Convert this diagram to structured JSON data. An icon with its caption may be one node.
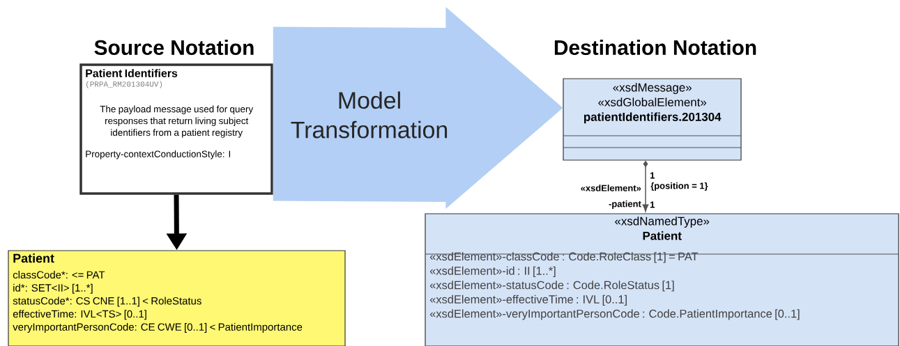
{
  "diagram": {
    "nodes": [
      {
        "text": [
          "Patient Identifiers",
          "(PRPA_RM201304UV)",
          "The payload message used for query responses that return living subject identifiers from a patient registry",
          "Property-contextConductionStyle: I"
        ]
      },
      {
        "text": [
          "Patient",
          "classCode*: <= PAT",
          "id*: SET<II> [1..*]",
          "statusCode*: CS CNE [1..1] < RoleStatus",
          "effectiveTime: IVL<TS> [0..1]",
          "veryImportantPersonCode: CE CWE [0..1] < PatientImportance"
        ]
      },
      {
        "text": [
          "«xsdMessage»",
          "«xsdGlobalElement»",
          "patientIdentifiers.201304"
        ]
      },
      {
        "text": [
          "«xsdNamedType»",
          "Patient",
          "«xsdElement»-classCode : Code.RoleClass [1] = PAT",
          "«xsdElement»-id : II [1..*]",
          "«xsdElement»-statusCode : Code.RoleStatus [1]",
          "«xsdElement»-effectiveTime : IVL [0..1]",
          "«xsdElement»-veryImportantPersonCode : Code.PatientImportance [0..1]"
        ]
      }
    ],
    "edges": [
      {
        "from": 0,
        "to": 1,
        "arrow": "to",
        "style": "thick"
      },
      {
        "from": 2,
        "to": 3,
        "arrow": "to",
        "color": "#555555"
      },
      {
        "from": 0,
        "to": 2,
        "arrow": "to",
        "label": "Model Transformation",
        "color": "#b3cff5"
      }
    ],
    "labels": [
      "Source Notation",
      "Destination Notation",
      "1",
      "{position = 1}",
      "«xsdElement»",
      "-patient",
      "1"
    ]
  }
}
